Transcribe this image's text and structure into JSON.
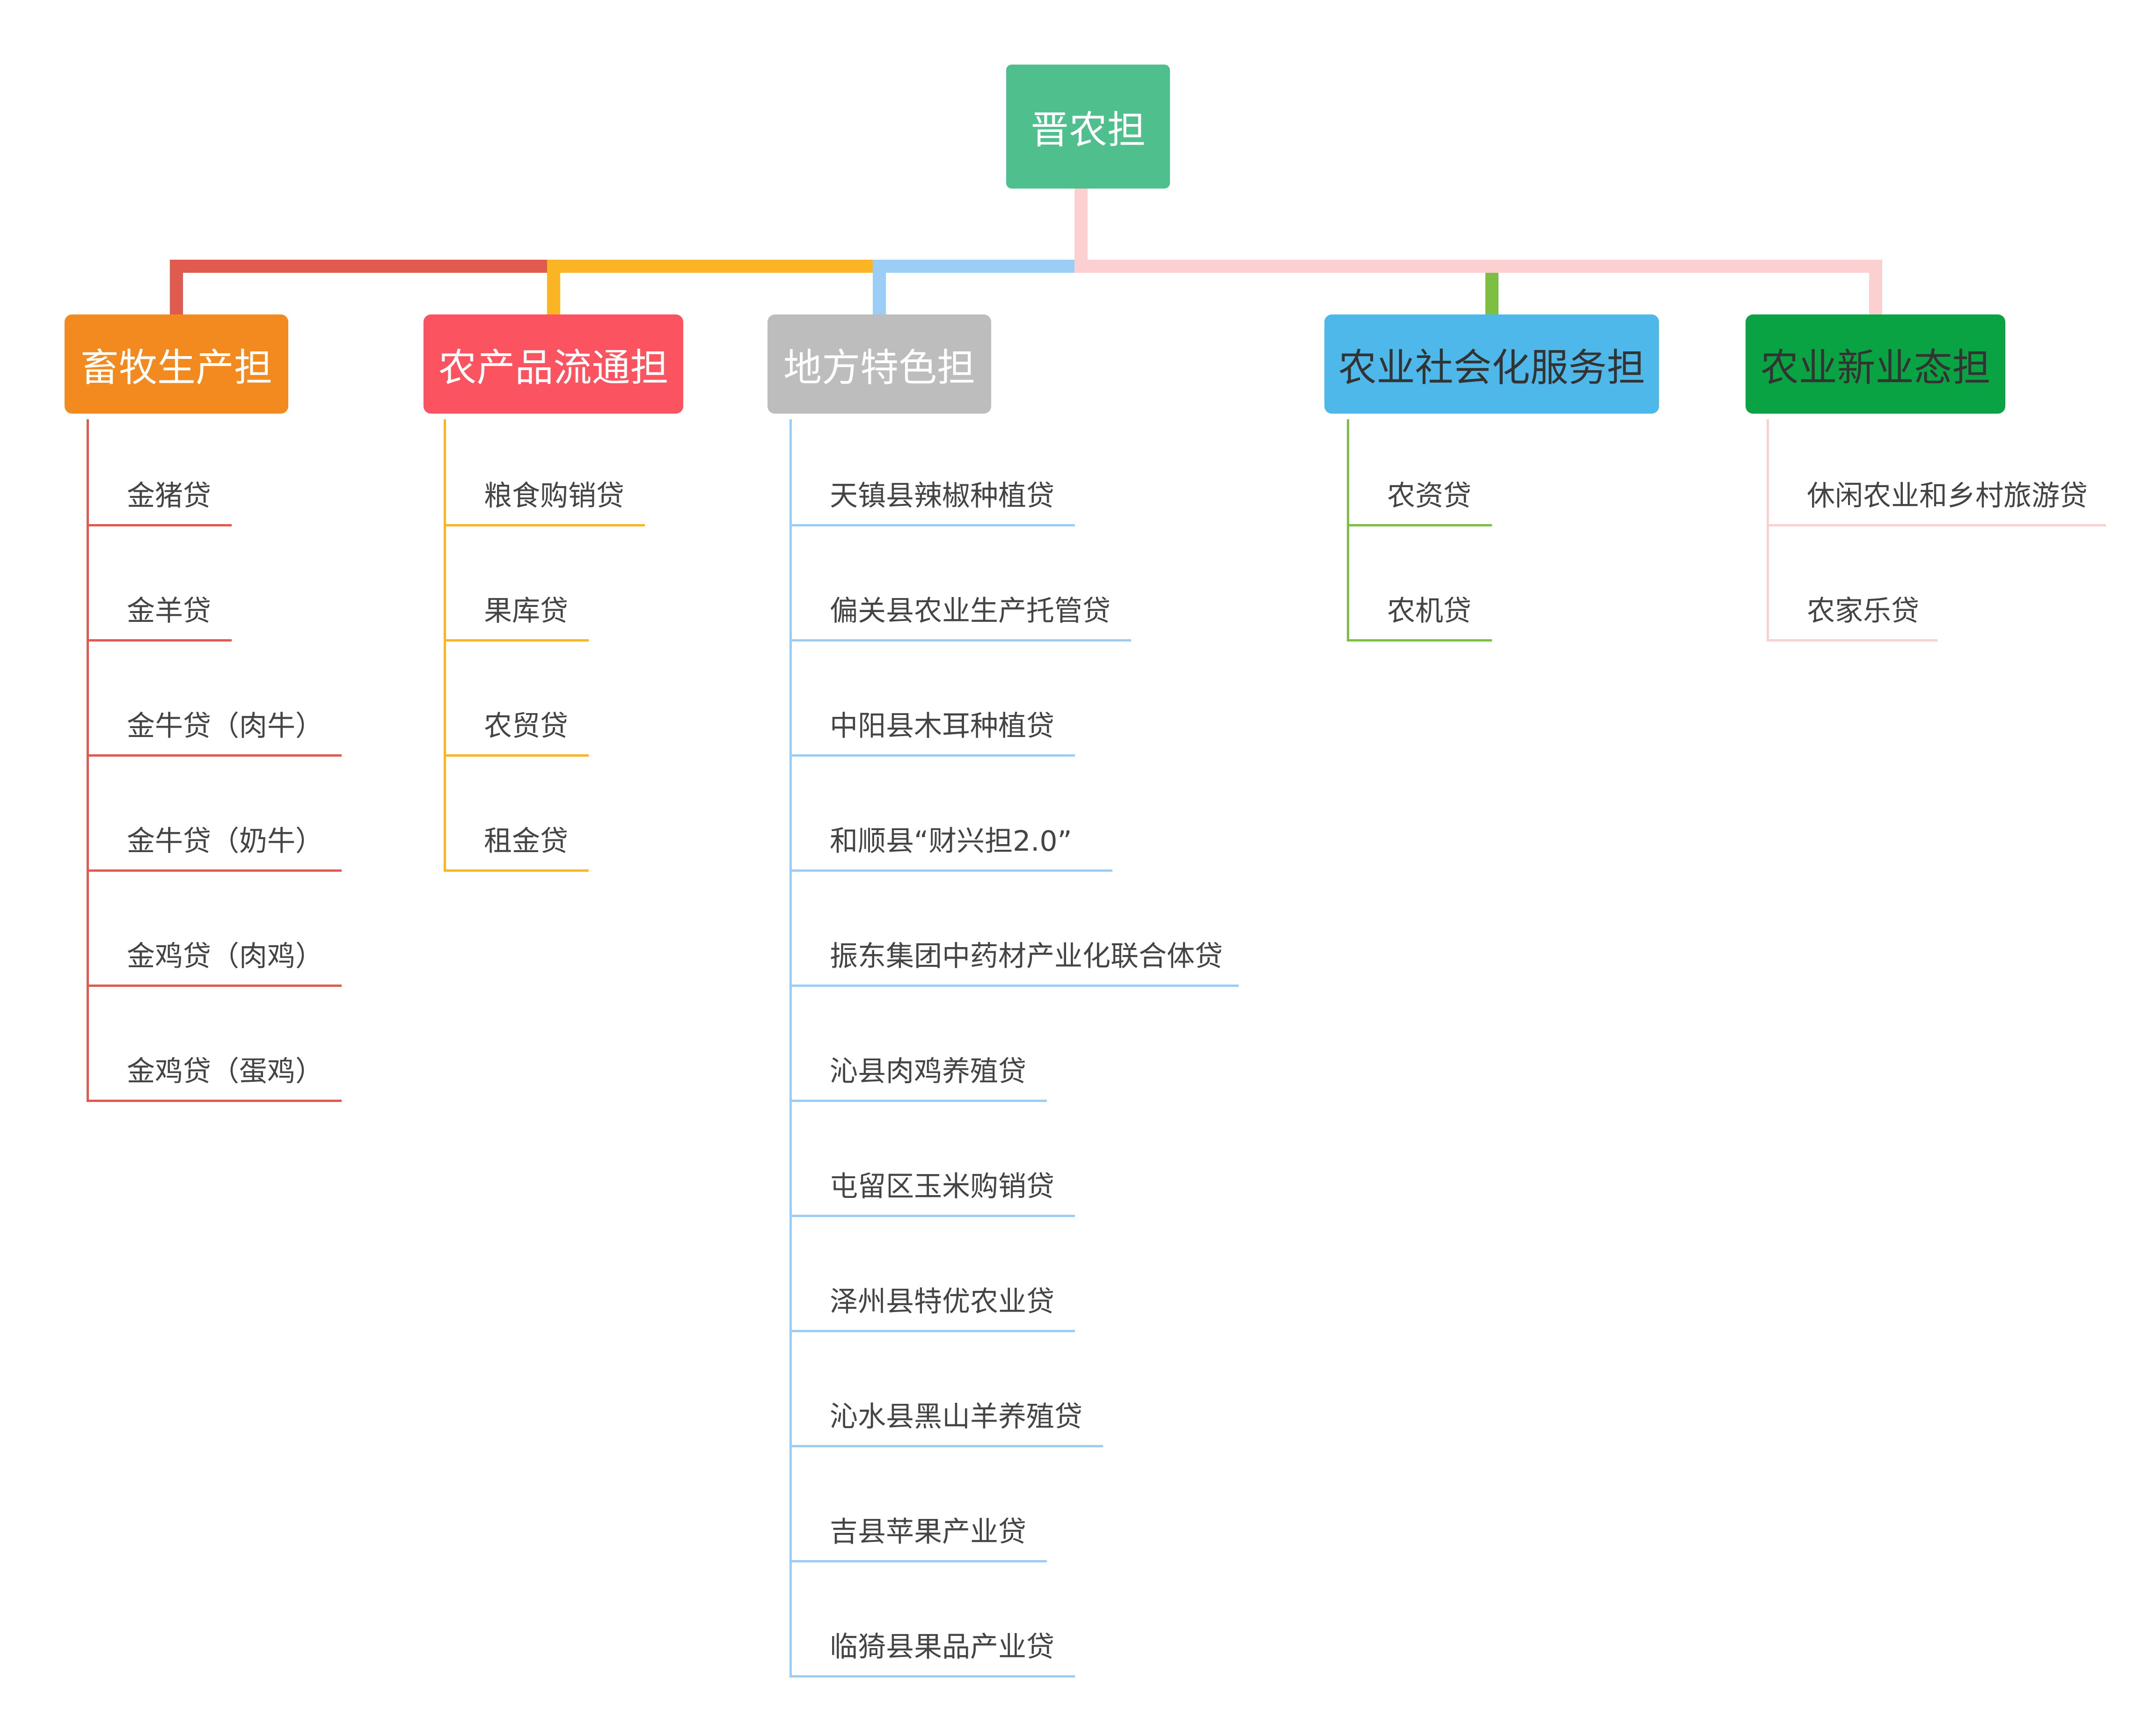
{
  "root": {
    "label": "晋农担",
    "color": "#4fc08d"
  },
  "branches": [
    {
      "label": "畜牧生产担",
      "color": "#f38a20",
      "text_color": "#ffffff",
      "line_color": "#e05a4f",
      "leaf_line_color": "#e05a4f",
      "leaves": [
        "金猪贷",
        "金羊贷",
        "金牛贷（肉牛）",
        "金牛贷（奶牛）",
        "金鸡贷（肉鸡）",
        "金鸡贷（蛋鸡）"
      ]
    },
    {
      "label": "农产品流通担",
      "color": "#fb5360",
      "text_color": "#ffffff",
      "line_color": "#fbb524",
      "leaf_line_color": "#fbb524",
      "leaves": [
        "粮食购销贷",
        "果库贷",
        "农贸贷",
        "租金贷"
      ]
    },
    {
      "label": "地方特色担",
      "color": "#bdbdbd",
      "text_color": "#ffffff",
      "line_color": "#9ccdf6",
      "leaf_line_color": "#9ccdf6",
      "leaves": [
        "天镇县辣椒种植贷",
        "偏关县农业生产托管贷",
        "中阳县木耳种植贷",
        "和顺县“财兴担2.0”",
        "振东集团中药材产业化联合体贷",
        "沁县肉鸡养殖贷",
        "屯留区玉米购销贷",
        "泽州县特优农业贷",
        "沁水县黑山羊养殖贷",
        "吉县苹果产业贷",
        "临猗县果品产业贷"
      ]
    },
    {
      "label": "农业社会化服务担",
      "color": "#4fb8ea",
      "text_color": "#333333",
      "line_color": "#7dbf43",
      "leaf_line_color": "#7dbf43",
      "leaves": [
        "农资贷",
        "农机贷"
      ]
    },
    {
      "label": "农业新业态担",
      "color": "#0aa344",
      "text_color": "#333333",
      "line_color": "#fcd0d0",
      "leaf_line_color": "#fcd0d0",
      "leaves": [
        "休闲农业和乡村旅游贷",
        "农家乐贷"
      ]
    }
  ]
}
